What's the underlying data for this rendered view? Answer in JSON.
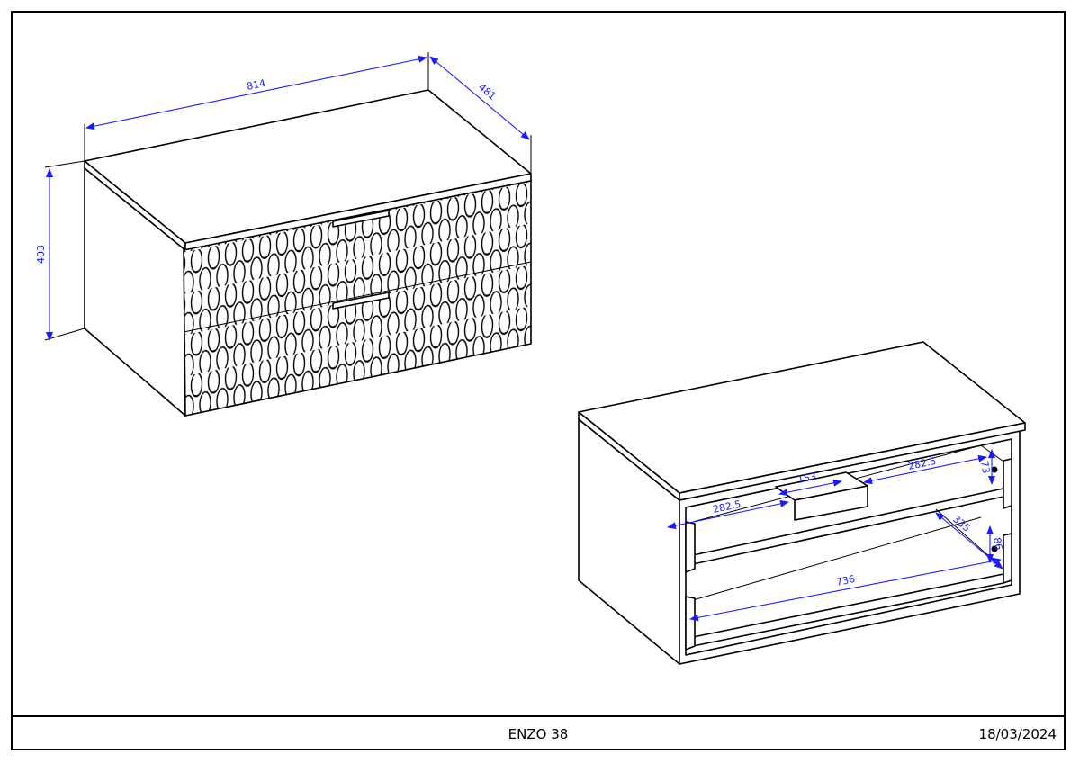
{
  "drawing": {
    "title": "ENZO 38",
    "date": "18/03/2024",
    "closed_view_dimensions": {
      "width": "814",
      "depth": "481",
      "height": "403"
    },
    "open_view_dimensions": {
      "handle_width": "153",
      "left_offset": "282.5",
      "right_offset": "282.5",
      "drawer_height_top": "73",
      "drawer_depth": "335",
      "drawer_height_bottom": "86",
      "inner_width": "736"
    },
    "colors": {
      "dimension": "#1a1aff",
      "line": "#000000"
    }
  }
}
